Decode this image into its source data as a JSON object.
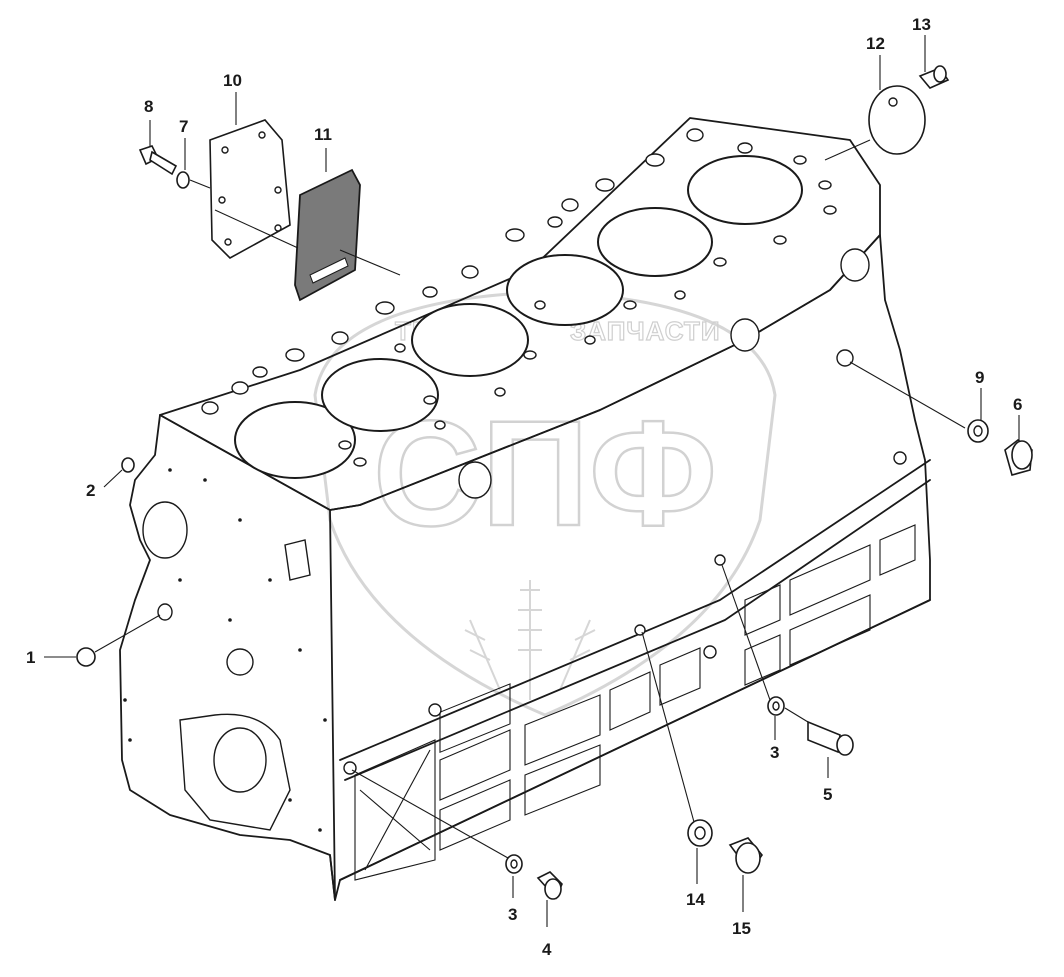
{
  "diagram": {
    "watermark": {
      "line1_left": "ТЕХНИКА",
      "line1_right": "ЗАПЧАСТИ",
      "logo": "СПФ"
    },
    "callouts": [
      {
        "id": "c1",
        "text": "1"
      },
      {
        "id": "c2",
        "text": "2"
      },
      {
        "id": "c3a",
        "text": "3"
      },
      {
        "id": "c3b",
        "text": "3"
      },
      {
        "id": "c4",
        "text": "4"
      },
      {
        "id": "c5",
        "text": "5"
      },
      {
        "id": "c6",
        "text": "6"
      },
      {
        "id": "c7",
        "text": "7"
      },
      {
        "id": "c8",
        "text": "8"
      },
      {
        "id": "c9",
        "text": "9"
      },
      {
        "id": "c10",
        "text": "10"
      },
      {
        "id": "c11",
        "text": "11"
      },
      {
        "id": "c12",
        "text": "12"
      },
      {
        "id": "c13",
        "text": "13"
      },
      {
        "id": "c14",
        "text": "14"
      },
      {
        "id": "c15",
        "text": "15"
      }
    ]
  }
}
